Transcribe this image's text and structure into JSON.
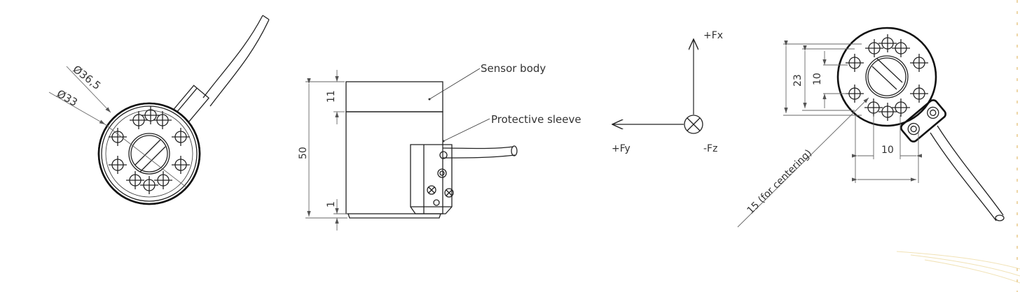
{
  "left_view": {
    "dim_outer": "Ø36,5",
    "dim_inner": "Ø33"
  },
  "side_view": {
    "label_body": "Sensor body",
    "label_sleeve": "Protective sleeve",
    "dim_top": "11",
    "dim_height": "50",
    "dim_bottom": "1"
  },
  "axes": {
    "fx": "+Fx",
    "fy": "+Fy",
    "fz": "-Fz"
  },
  "right_view": {
    "dim_23": "23",
    "dim_10v": "10",
    "dim_10h": "10",
    "dim_centering": "15 (for centering)"
  }
}
